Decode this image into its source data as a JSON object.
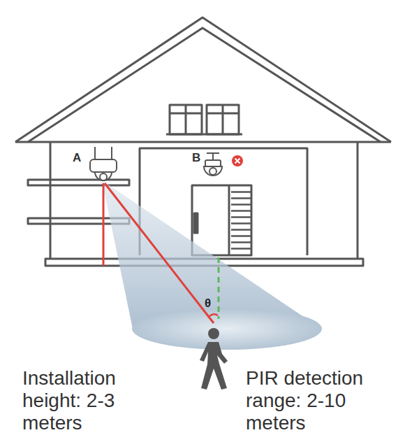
{
  "diagram": {
    "labels": [
      "A",
      "B",
      "θ",
      "Installation height: 2-3 meters",
      "PIR detection range: 2-10 meters"
    ]
  }
}
